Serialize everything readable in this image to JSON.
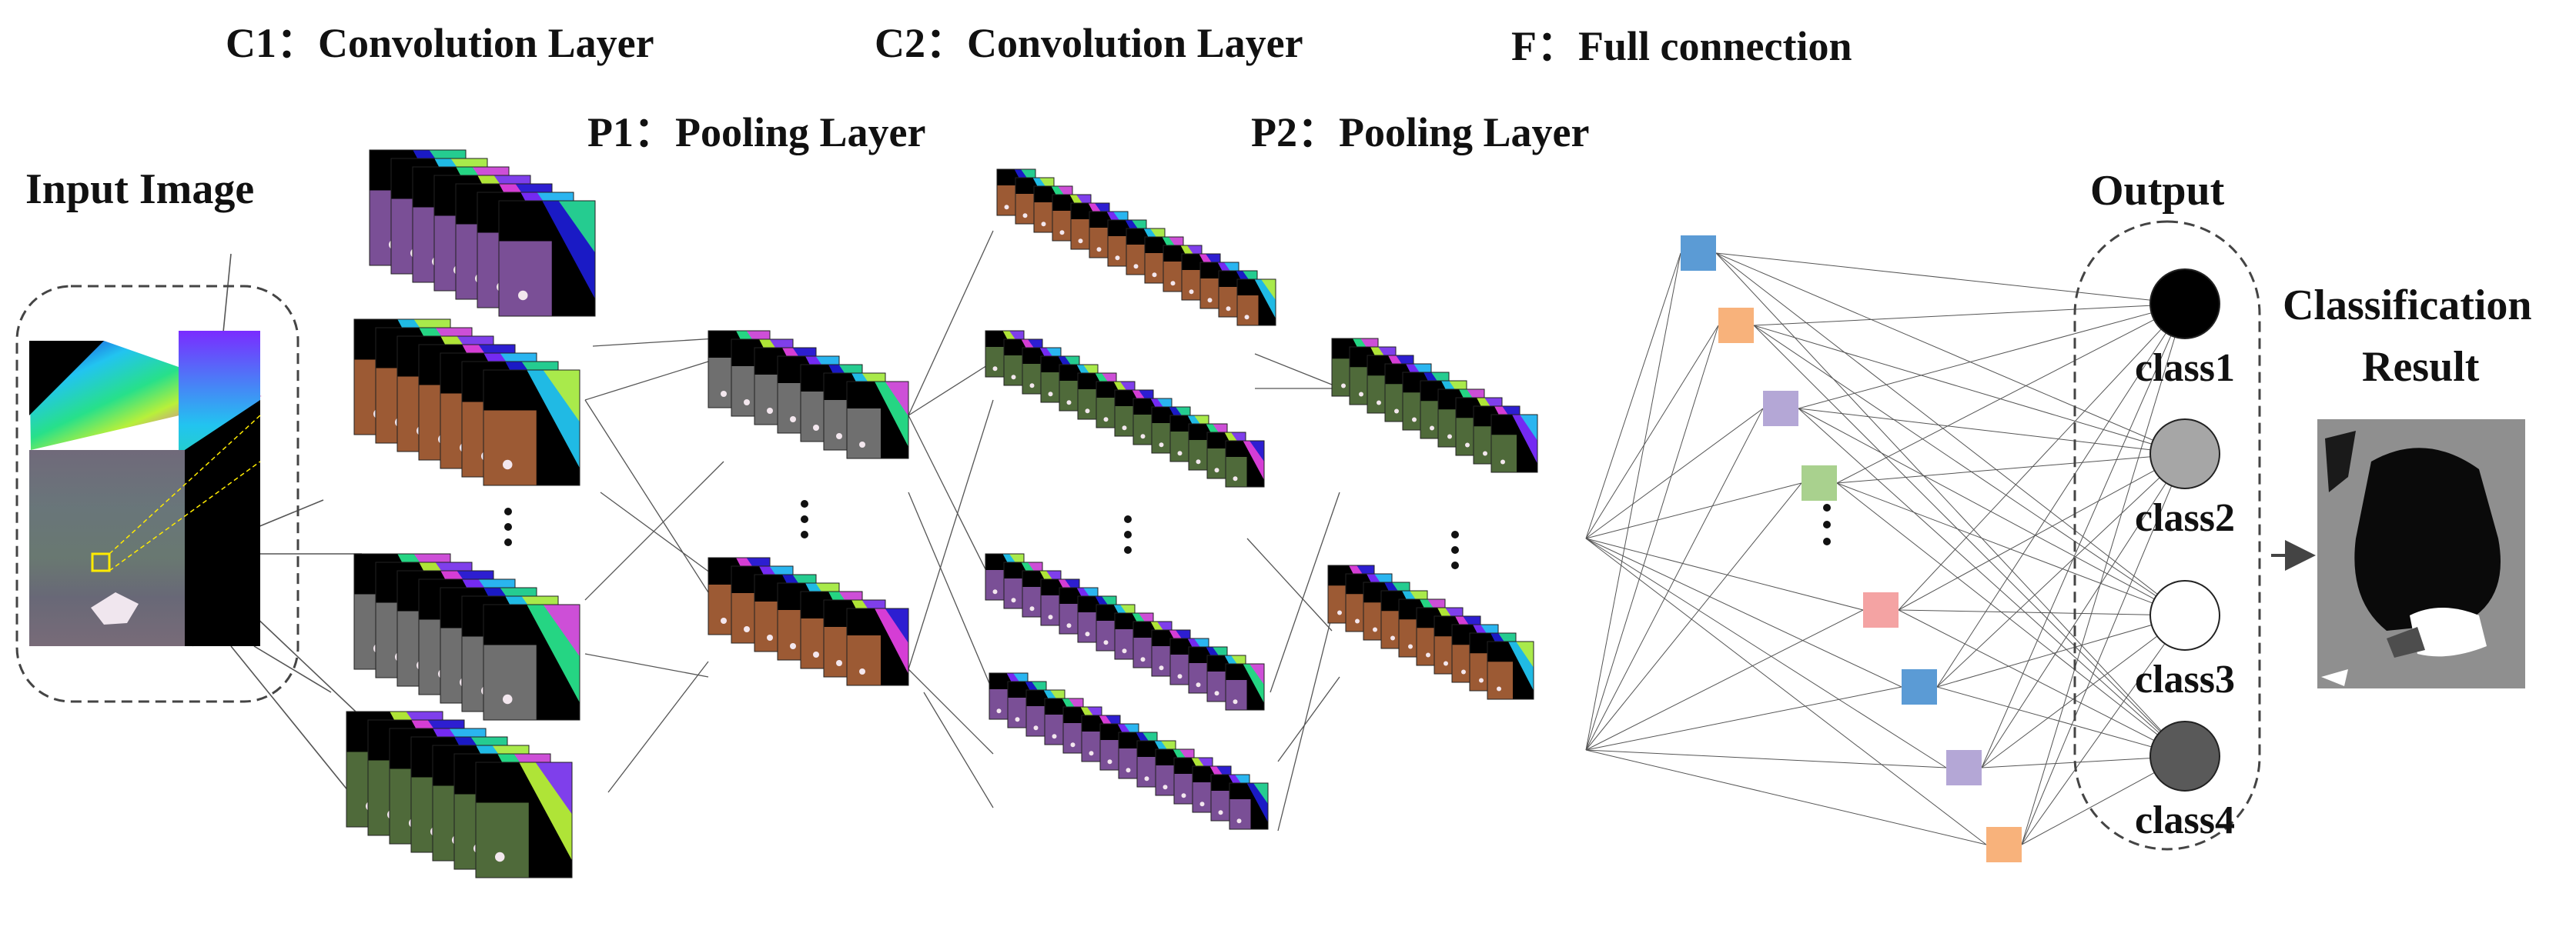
{
  "labels": {
    "c1": "C1：Convolution Layer",
    "c2": "C2：Convolution Layer",
    "f": "F：Full connection",
    "p1": "P1：Pooling Layer",
    "p2": "P2：Pooling Layer",
    "input": "Input Image",
    "output": "Output",
    "result_line1": "Classification",
    "result_line2": "Result"
  },
  "classes": [
    {
      "label": "class1",
      "color": "#000000"
    },
    {
      "label": "class2",
      "color": "#a6a6a6"
    },
    {
      "label": "class3",
      "color": "#ffffff"
    },
    {
      "label": "class4",
      "color": "#595959"
    }
  ],
  "fc_node_colors": [
    "#5b9bd5",
    "#f8b27b",
    "#b4a7d6",
    "#a9d18e",
    "#f4a3a3",
    "#5b9bd5",
    "#b4a7d6",
    "#f8b27b"
  ],
  "colors": {
    "spectral": [
      "#1b1bd0",
      "#22c4f0",
      "#27e08a",
      "#b8f03a",
      "#e040e0",
      "#7a2cff"
    ],
    "tints": [
      "#7a4f96",
      "#9c5a34",
      "#4f6a3a",
      "#6f6f6f"
    ],
    "line": "#555555",
    "arrow": "#444444"
  }
}
